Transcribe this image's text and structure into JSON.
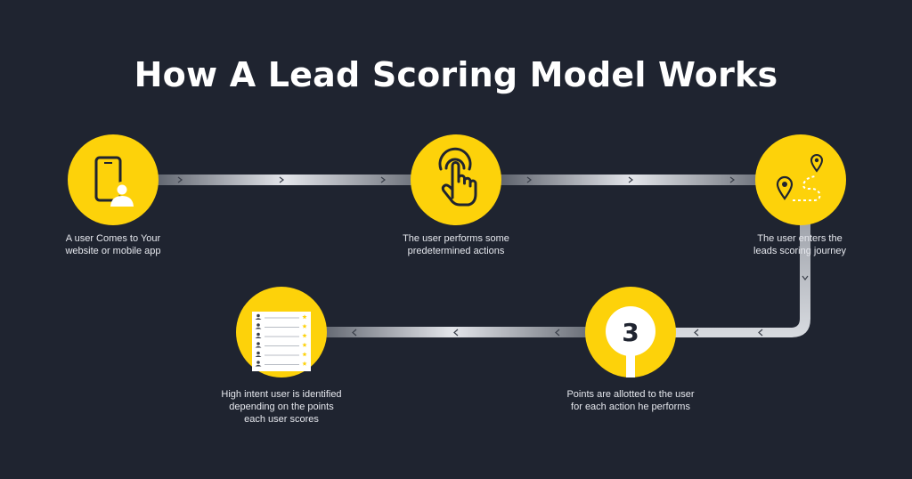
{
  "title": "How A Lead Scoring Model Works",
  "colors": {
    "background": "#1f2430",
    "accent": "#fdd20a",
    "connector": "#c9ccd3"
  },
  "steps": [
    {
      "icon": "phone-user-icon",
      "lines": [
        "A user Comes to Your",
        "website or mobile app"
      ]
    },
    {
      "icon": "tap-hand-icon",
      "lines": [
        "The user performs some",
        "predetermined actions"
      ]
    },
    {
      "icon": "map-pins-journey-icon",
      "lines": [
        "The user enters the",
        "leads scoring journey"
      ]
    },
    {
      "icon": "score-badge-icon",
      "badge": "3",
      "lines": [
        "Points are allotted to the user",
        "for each action he performs"
      ]
    },
    {
      "icon": "ranked-list-icon",
      "lines": [
        "High intent user is identified",
        "depending on the points",
        "each user scores"
      ]
    }
  ]
}
